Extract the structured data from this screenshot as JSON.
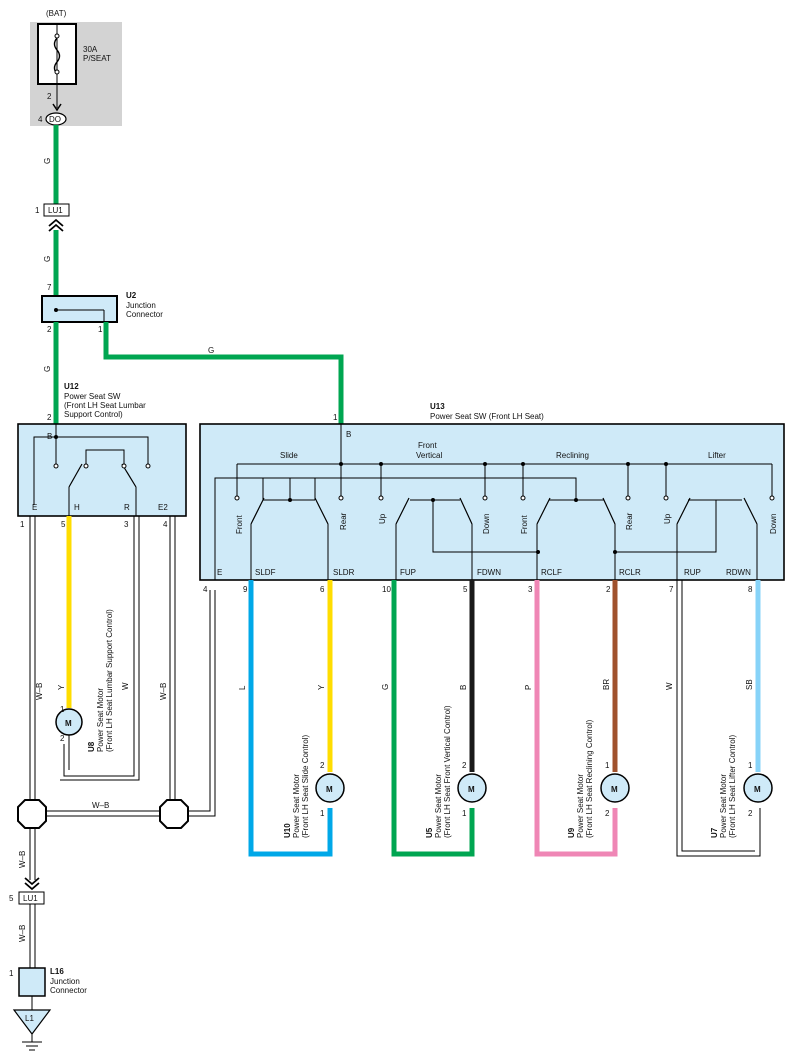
{
  "colors": {
    "green": "#00a651",
    "yellow": "#ffdd00",
    "blue": "#00a8e8",
    "black": "#1a1a1a",
    "pink": "#ef86b5",
    "brown": "#a0522d",
    "light_blue": "#87d3f8",
    "box_fill": "#cfeaf8",
    "fuse_area": "#d3d3d3"
  },
  "supply": {
    "bat": "(BAT)",
    "fuse_rating": "30A",
    "fuse_name": "P/SEAT",
    "pin_2": "2",
    "pin_4": "4",
    "do": "DO"
  },
  "connectors": {
    "lu1_top": "LU1",
    "lu1_top_pin": "1",
    "lu1_bottom": "LU1",
    "lu1_bottom_pin": "5",
    "l1": "L1"
  },
  "u2": {
    "id": "U2",
    "name1": "Junction",
    "name2": "Connector",
    "pin_7": "7",
    "pin_2": "2",
    "pin_1": "1"
  },
  "u12": {
    "id": "U12",
    "name1": "Power Seat SW",
    "name2": "(Front LH Seat Lumbar",
    "name3": "Support Control)",
    "pin_2": "2",
    "term_b": "B",
    "term_e": "E",
    "term_h": "H",
    "term_r": "R",
    "term_e2": "E2",
    "pin_1": "1",
    "pin_5": "5",
    "pin_3": "3",
    "pin_4": "4"
  },
  "u13": {
    "id": "U13",
    "name": "Power Seat SW (Front LH Seat)",
    "pin_1": "1",
    "term_b": "B",
    "group_slide": "Slide",
    "group_front_vertical_1": "Front",
    "group_front_vertical_2": "Vertical",
    "group_reclining": "Reclining",
    "group_lifter": "Lifter",
    "sw_front_1": "Front",
    "sw_rear_1": "Rear",
    "sw_up_1": "Up",
    "sw_down_1": "Down",
    "sw_front_2": "Front",
    "sw_rear_2": "Rear",
    "sw_up_2": "Up",
    "sw_down_2": "Down",
    "term_e": "E",
    "term_sldf": "SLDF",
    "term_sldr": "SLDR",
    "term_fup": "FUP",
    "term_fdwn": "FDWN",
    "term_rclf": "RCLF",
    "term_rclr": "RCLR",
    "term_rup": "RUP",
    "term_rdwn": "RDWN",
    "pin_4": "4",
    "pin_9": "9",
    "pin_6": "6",
    "pin_10": "10",
    "pin_5": "5",
    "pin_3": "3",
    "pin_2": "2",
    "pin_7": "7",
    "pin_8": "8"
  },
  "wires": {
    "g": "G",
    "y": "Y",
    "w": "W",
    "wb": "W–B",
    "l": "L",
    "b": "B",
    "p": "P",
    "br": "BR",
    "sb": "SB"
  },
  "motors": {
    "m": "M",
    "pin_1": "1",
    "pin_2": "2",
    "u8_id": "U8",
    "u8_name1": "Power Seat Motor",
    "u8_name2": "(Front LH Seat Lumbar Support Control)",
    "u10_id": "U10",
    "u10_name1": "Power Seat Motor",
    "u10_name2": "(Front LH Seat Slide Control)",
    "u5_id": "U5",
    "u5_name1": "Power Seat Motor",
    "u5_name2": "(Front LH Seat Front Vertical Control)",
    "u9_id": "U9",
    "u9_name1": "Power Seat Motor",
    "u9_name2": "(Front LH Seat Reclining Control)",
    "u7_id": "U7",
    "u7_name1": "Power Seat Motor",
    "u7_name2": "(Front LH Seat Lifter Control)"
  },
  "l16": {
    "id": "L16",
    "name1": "Junction",
    "name2": "Connector"
  }
}
